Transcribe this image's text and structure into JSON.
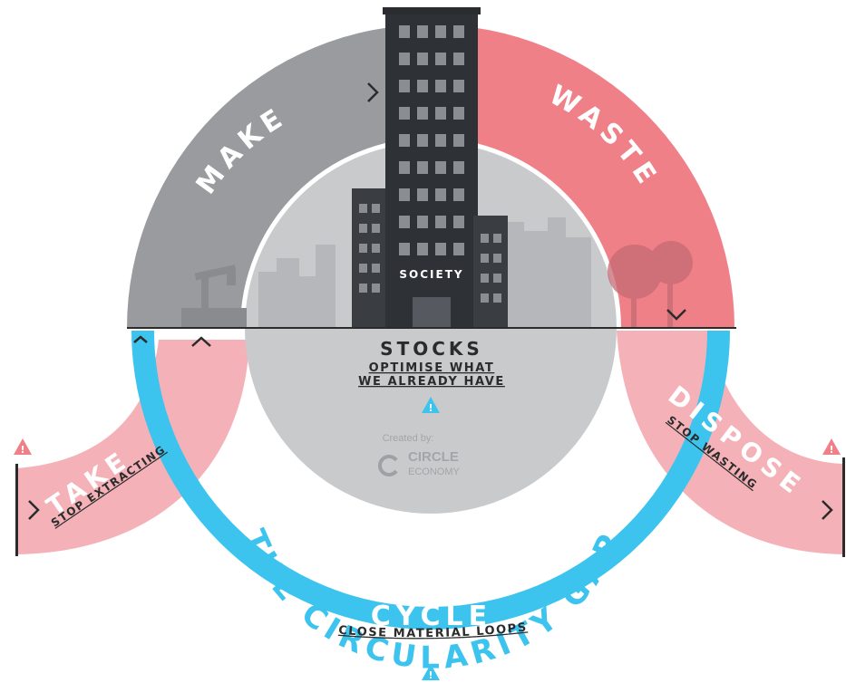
{
  "diagram": {
    "title": "THE CIRCULARITY GAP",
    "labels": {
      "make": "MAKE",
      "waste": "WASTE",
      "take": "TAKE",
      "dispose": "DISPOSE",
      "cycle": "CYCLE",
      "society": "SOCIETY",
      "stocks": "STOCKS"
    },
    "subtitles": {
      "take": "STOP EXTRACTING",
      "dispose": "STOP WASTING",
      "cycle": "CLOSE MATERIAL LOOPS",
      "stocks_line1": "OPTIMISE WHAT",
      "stocks_line2": "WE ALREADY HAVE"
    },
    "credit": {
      "created_by": "Created by:",
      "org_line1": "CIRCLE",
      "org_line2": "ECONOMY"
    },
    "icons": [
      "warning-icon",
      "chevron-icon",
      "oil-pump-icon",
      "tree-icon",
      "skyline-icon",
      "building-icon"
    ],
    "colors": {
      "make_grey": "#9a9b9e",
      "waste_red": "#f08088",
      "cycle_blue": "#3cc4ef",
      "dark_building": "#3a3d42",
      "center_grey": "#c9cacc"
    }
  }
}
